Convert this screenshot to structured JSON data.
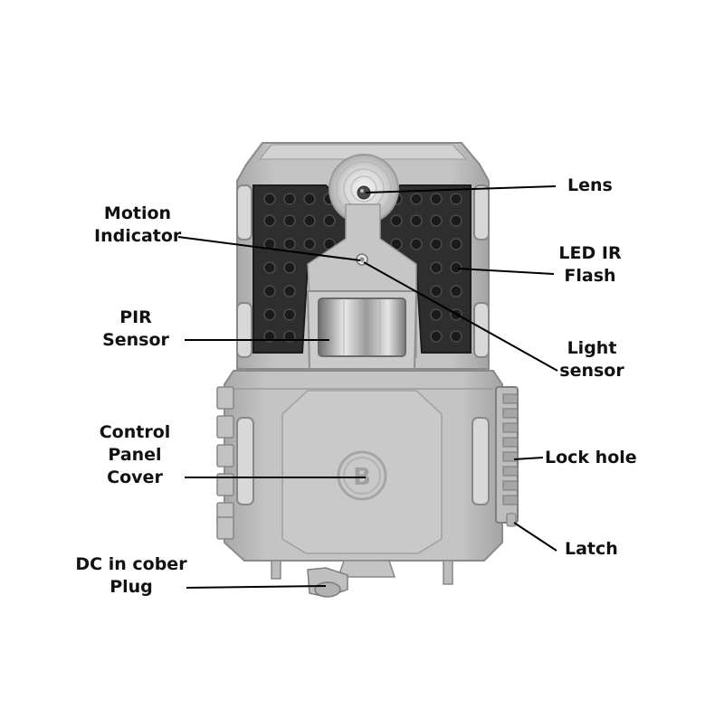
{
  "figure": {
    "colors": {
      "body": "#bcbcbc",
      "body_light": "#d0d0d0",
      "body_dark": "#8f8f8f",
      "led_panel": "#2e2e2e",
      "leader_line": "#000000",
      "text": "#111111"
    },
    "product_logo_text": "B",
    "callouts": {
      "lens": {
        "lines": [
          "Lens"
        ]
      },
      "motion_indicator": {
        "lines": [
          "Motion",
          "Indicator"
        ]
      },
      "led_ir_flash": {
        "lines": [
          "LED IR",
          "Flash"
        ]
      },
      "pir_sensor": {
        "lines": [
          "PIR",
          "Sensor"
        ]
      },
      "light_sensor": {
        "lines": [
          "Light",
          "sensor"
        ]
      },
      "control_panel_cover": {
        "lines": [
          "Control",
          "Panel",
          "Cover"
        ]
      },
      "lock_hole": {
        "lines": [
          "Lock hole"
        ]
      },
      "dc_in_cover_plug": {
        "lines": [
          "DC in cober",
          "Plug"
        ]
      },
      "latch": {
        "lines": [
          "Latch"
        ]
      }
    }
  }
}
